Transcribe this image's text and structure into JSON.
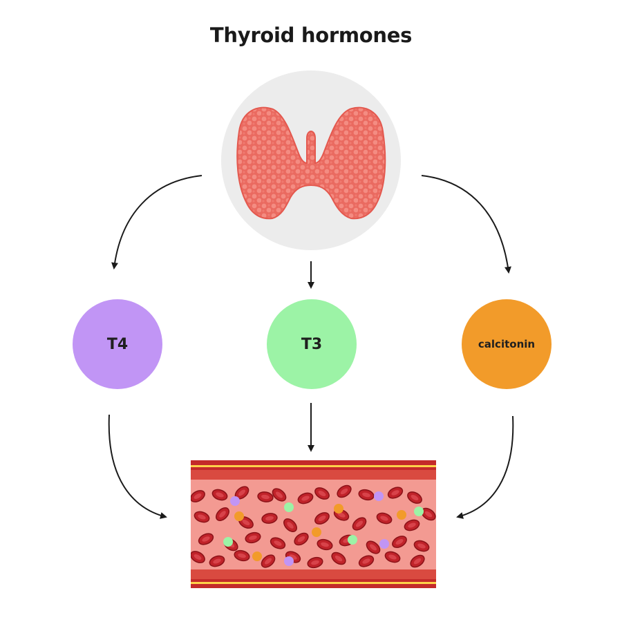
{
  "title": "Thyroid hormones",
  "hormones": [
    {
      "label": "T4",
      "color": "#c195f5"
    },
    {
      "label": "T3",
      "color": "#9cf3a6"
    },
    {
      "label": "calcitonin",
      "color": "#f29b2a"
    }
  ],
  "colors": {
    "gland_circle": "#ececec",
    "thyroid": "#ec6f65",
    "vessel_wall": "#c42a2a",
    "vessel_stripe": "#ffd24a",
    "vessel_interior": "#f39a92",
    "red_blood_cell": "#c0232a",
    "arrow": "#1a1a1a"
  },
  "icons": [
    "thyroid-gland-icon",
    "blood-vessel-icon",
    "arrow-icon"
  ]
}
